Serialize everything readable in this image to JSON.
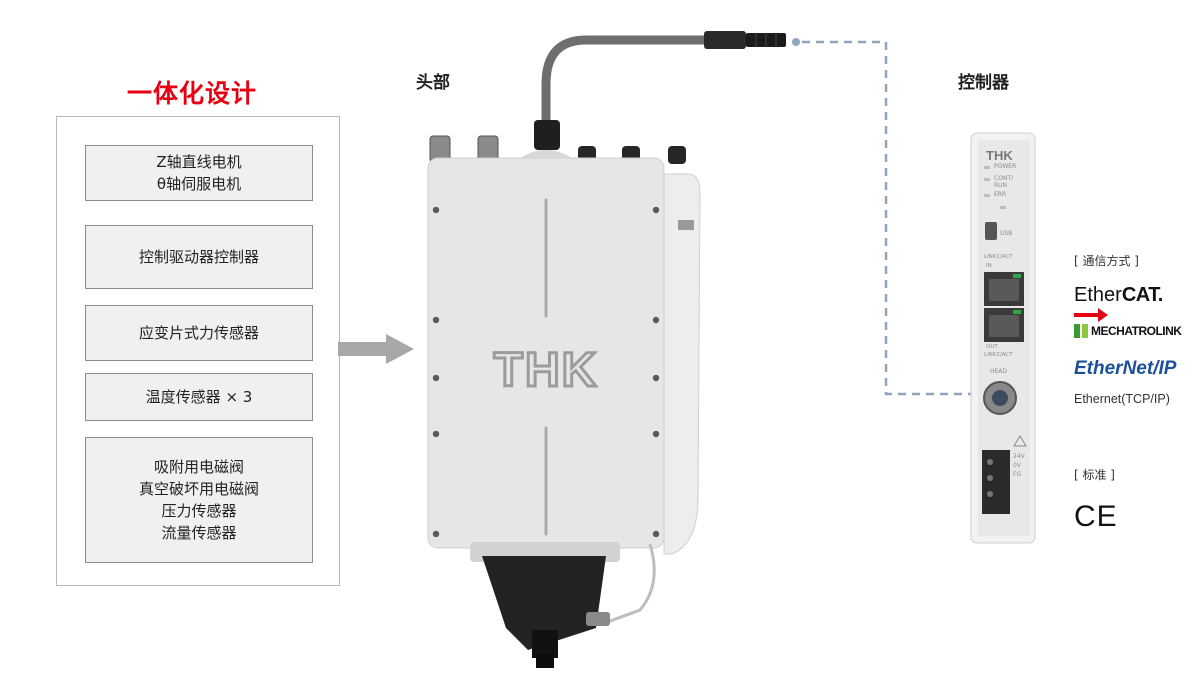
{
  "left_panel": {
    "title": "一体化设计",
    "boxes": [
      {
        "lines": [
          "Z轴直线电机",
          "θ轴伺服电机"
        ]
      },
      {
        "lines": [
          "控制驱动器控制器"
        ]
      },
      {
        "lines": [
          "应变片式力传感器"
        ]
      },
      {
        "lines": [
          "温度传感器 × 3"
        ]
      },
      {
        "lines": [
          "吸附用电磁阀",
          "真空破坏用电磁阀",
          "压力传感器",
          "流量传感器"
        ]
      }
    ]
  },
  "head": {
    "label": "头部",
    "brand": "THK"
  },
  "controller": {
    "label": "控制器",
    "brand": "THK",
    "leds": [
      "POWER",
      "CONT/\nRUN",
      "ERR"
    ],
    "usb_label": "USB",
    "port_in_label": "LINK1/ACT",
    "port_in_tag": "IN",
    "port_out_tag": "OUT",
    "port_out_label": "LINK2/ACT",
    "head_port_label": "HEAD",
    "power_labels": [
      "24V",
      "0V",
      "FG"
    ]
  },
  "communication": {
    "title": "[ 通信方式 ]",
    "ethercat_prefix": "Ether",
    "ethercat_suffix": "CAT.",
    "mechatrolink": "MECHATROLINK",
    "ethernet_ip": "EtherNet/IP",
    "ethernet_tcp": "Ethernet(TCP/IP)"
  },
  "standards": {
    "title": "[ 标准 ]",
    "mark": "CE"
  },
  "colors": {
    "accent_red": "#e60012",
    "dashed_line": "#8fa4bf",
    "eip_blue": "#1d4f9c",
    "arrow_gray": "#a8a8a8"
  }
}
